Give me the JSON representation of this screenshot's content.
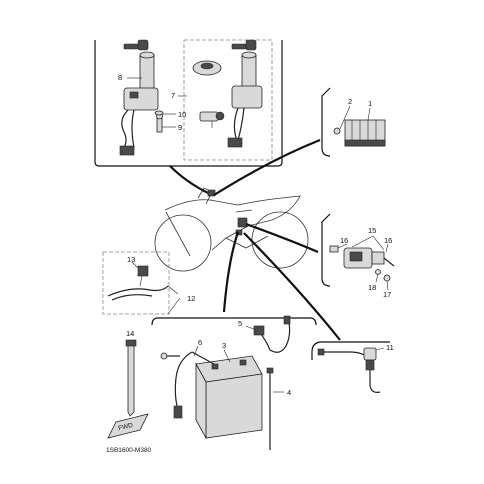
{
  "diagram_code": "1SB1600-M380",
  "fwd_label": "FWD",
  "callouts": {
    "n1": "1",
    "n2": "2",
    "n3": "3",
    "n4": "4",
    "n5": "5",
    "n6": "6",
    "n7": "7",
    "n8": "8",
    "n9": "9",
    "n10": "10",
    "n11": "11",
    "n12": "12",
    "n13": "13",
    "n14": "14",
    "n15": "15",
    "n16a": "16",
    "n16b": "16",
    "n17": "17",
    "n18": "18"
  }
}
